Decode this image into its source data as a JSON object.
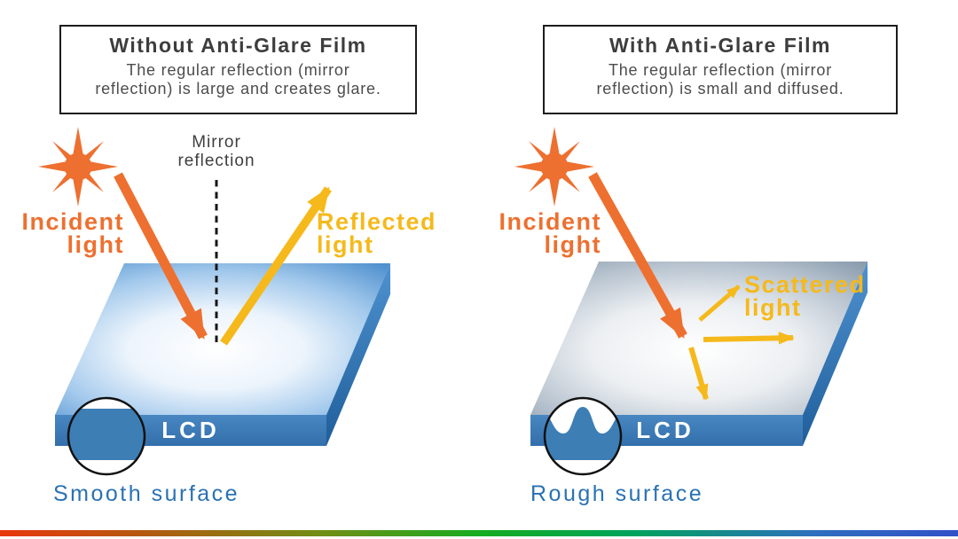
{
  "header_boxes": {
    "left": {
      "title": "Without Anti-Glare Film",
      "body_line1": "The regular reflection (mirror",
      "body_line2": "reflection) is large and creates glare."
    },
    "right": {
      "title": "With Anti-Glare Film",
      "body_line1": "The regular reflection (mirror",
      "body_line2": "reflection) is small and diffused."
    }
  },
  "diagram_left": {
    "normal_line1": "Mirror",
    "normal_line2": "reflection",
    "incident_line1": "Incident",
    "incident_line2": "light",
    "ray_line1": "Reflected",
    "ray_line2": "light",
    "panel_label": "LCD",
    "surface_label": "Smooth surface"
  },
  "diagram_right": {
    "incident_line1": "Incident",
    "incident_line2": "light",
    "ray_line1": "Scattered",
    "ray_line2": "light",
    "panel_label": "LCD",
    "surface_label": "Rough surface"
  },
  "icons": {
    "sun": "sun-icon"
  },
  "colors": {
    "accent_orange": "#ED7030",
    "accent_yellow": "#F5B91B",
    "label_blue": "#2A72B2",
    "panel_blue": "#3D7EB5",
    "heading_gray": "#3D3D3D",
    "body_gray": "#4C4C4C",
    "normal_black": "#1C1C1C"
  }
}
